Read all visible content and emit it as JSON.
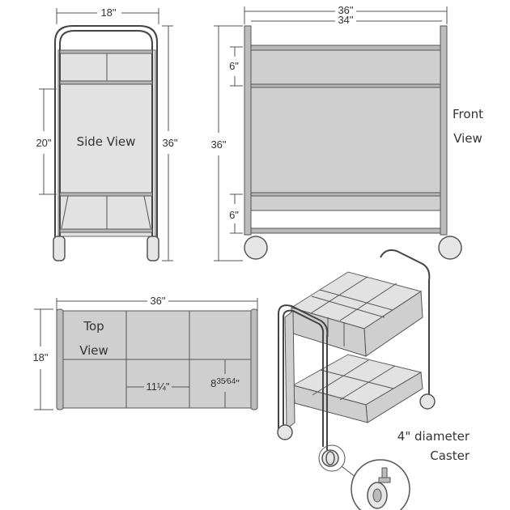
{
  "side_view": {
    "label": "Side View",
    "width_dim": "18\"",
    "height_dim": "36\"",
    "inner_dim": "20\""
  },
  "front_view": {
    "label_line1": "Front",
    "label_line2": "View",
    "outer_width_dim": "36\"",
    "inner_width_dim": "34\"",
    "height_dim": "36\"",
    "top_shelf_dim": "6\"",
    "bottom_shelf_dim": "6\""
  },
  "top_view": {
    "label_line1": "Top",
    "label_line2": "View",
    "width_dim": "36\"",
    "depth_dim": "18\"",
    "cell_width_dim": "11¼\"",
    "cell_depth_dim_whole": "8",
    "cell_depth_dim_fraction": "35⁄64",
    "cell_depth_dim_unit": "\""
  },
  "caster": {
    "label_line1": "4\" diameter",
    "label_line2": "Caster"
  },
  "colors": {
    "stroke": "#555555",
    "panel": "#cfcfcf"
  }
}
